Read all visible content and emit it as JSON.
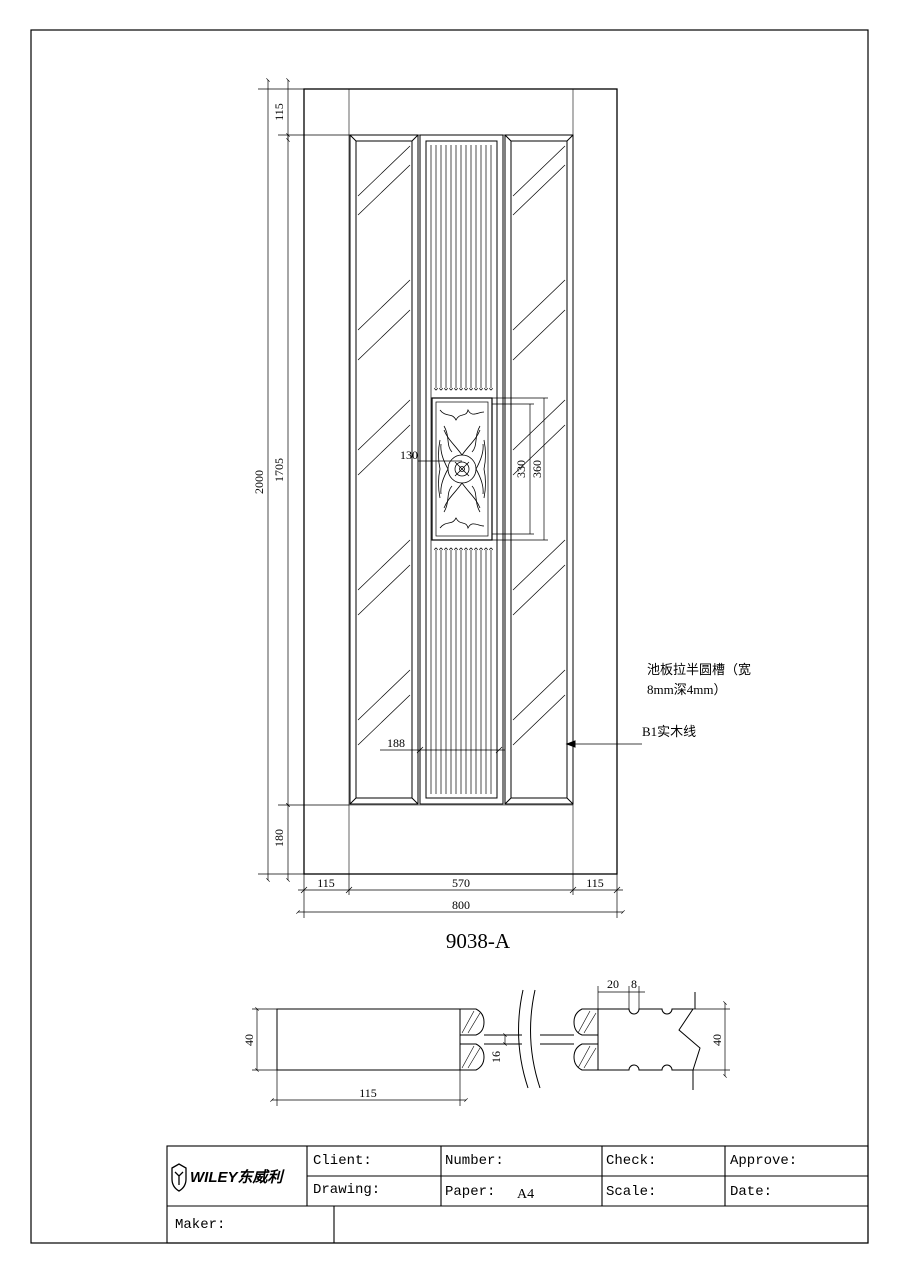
{
  "drawing": {
    "model": "9038-A",
    "dims": {
      "top_rail": "115",
      "panel_height": "1705",
      "total_height": "2000",
      "bottom_rail": "180",
      "stile_left": "115",
      "center_width": "570",
      "stile_right": "115",
      "total_width": "800",
      "carving_width": "130",
      "carving_inner_height": "330",
      "carving_outer_height": "360",
      "groove_panel_width": "188"
    },
    "notes": {
      "groove_line1": "池板拉半圆槽（宽",
      "groove_line2": "8mm深4mm）",
      "solid_wood": "B1实木线"
    },
    "section": {
      "thickness_left": "40",
      "stile_width": "115",
      "bead": "16",
      "groove_offset": "20",
      "groove_width": "8",
      "thickness_right": "40"
    }
  },
  "title_block": {
    "brand": "WILEY东威利",
    "client_label": "Client:",
    "number_label": "Number:",
    "check_label": "Check:",
    "approve_label": "Approve:",
    "drawing_label": "Drawing:",
    "paper_label": "Paper:",
    "paper_value": "A4",
    "scale_label": "Scale:",
    "date_label": "Date:",
    "maker_label": "Maker:"
  }
}
